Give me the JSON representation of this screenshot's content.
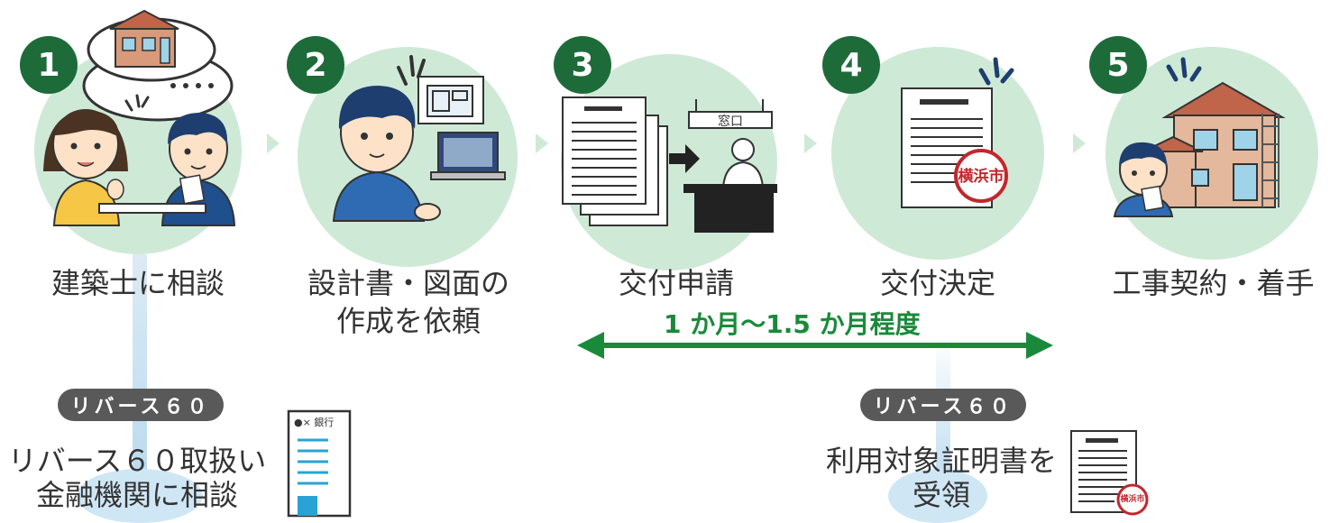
{
  "steps": [
    {
      "number": "1",
      "label": "建築士に相談"
    },
    {
      "number": "2",
      "label_line1": "設計書・図面の",
      "label_line2": "作成を依頼"
    },
    {
      "number": "3",
      "label": "交付申請"
    },
    {
      "number": "4",
      "label": "交付決定"
    },
    {
      "number": "5",
      "label": "工事契約・着手"
    }
  ],
  "duration_text": "1 か月～1.5 か月程度",
  "reverse60": {
    "left": {
      "badge": "リバース６０",
      "line1": "リバース６０取扱い",
      "line2": "金融機関に相談",
      "bank_label": "●× 銀行"
    },
    "right": {
      "badge": "リバース６０",
      "line1": "利用対象証明書を",
      "line2": "受領"
    }
  },
  "illustration_text": {
    "window_label": "窓口",
    "stamp_text": "横浜市"
  },
  "colors": {
    "circle": "#cfe9d7",
    "badge": "#1e6b3a",
    "arrow": "#1a8a3a",
    "pill": "#595959"
  }
}
